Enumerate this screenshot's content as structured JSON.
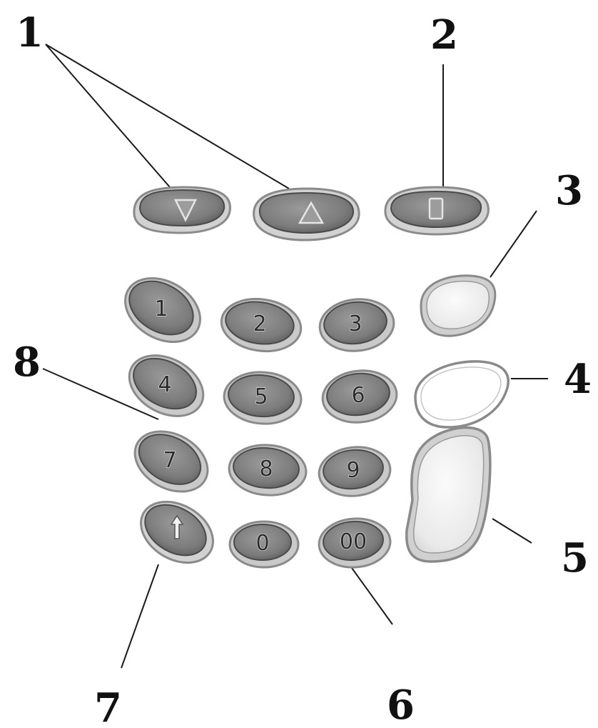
{
  "callouts": [
    "1",
    "2",
    "3",
    "4",
    "5",
    "6",
    "7",
    "8"
  ],
  "keys": {
    "nav_down": {
      "icon": "triangle-down-icon"
    },
    "nav_up": {
      "icon": "triangle-up-icon"
    },
    "nav_select": {
      "icon": "rectangle-icon"
    },
    "digits": [
      {
        "label": "1",
        "name": "key-1"
      },
      {
        "label": "2",
        "name": "key-2"
      },
      {
        "label": "3",
        "name": "key-3"
      },
      {
        "label": "4",
        "name": "key-4"
      },
      {
        "label": "5",
        "name": "key-5"
      },
      {
        "label": "6",
        "name": "key-6"
      },
      {
        "label": "7",
        "name": "key-7"
      },
      {
        "label": "8",
        "name": "key-8"
      },
      {
        "label": "9",
        "name": "key-9"
      },
      {
        "label": "0",
        "name": "key-0"
      },
      {
        "label": "00",
        "name": "key-00"
      }
    ],
    "shift": {
      "icon": "arrow-up-icon"
    }
  },
  "colors": {
    "key_fill": "#8a8a8a",
    "key_rim": "#c9c9c9",
    "key_shadow": "#4a4a4a",
    "light_key_fill": "#eeeeee",
    "text": "#111111"
  }
}
